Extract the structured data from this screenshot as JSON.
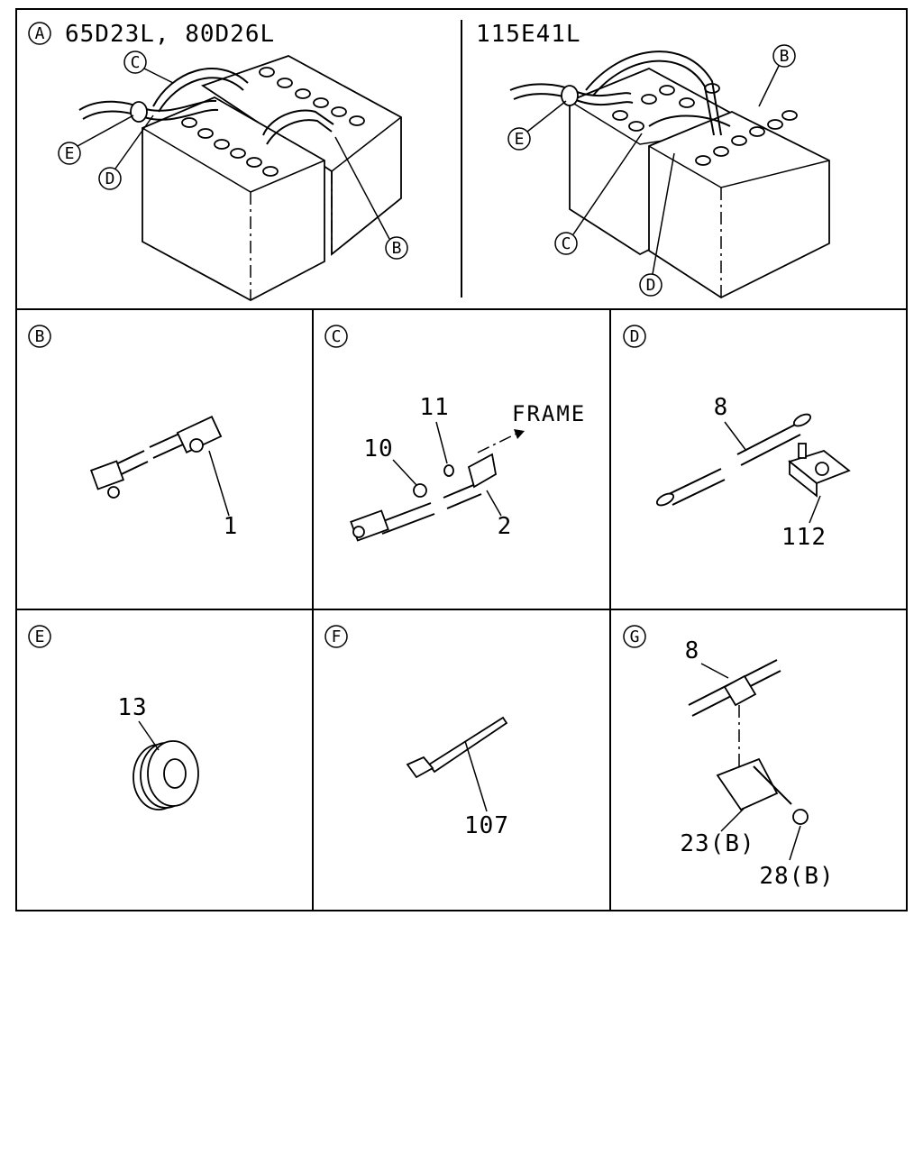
{
  "panel_a": {
    "letter": "A",
    "left_title": "65D23L, 80D26L",
    "right_title": "115E41L",
    "left_callouts": {
      "c": "C",
      "e": "E",
      "d": "D",
      "b": "B"
    },
    "right_callouts": {
      "b": "B",
      "e": "E",
      "c": "C",
      "d": "D"
    }
  },
  "panel_b": {
    "letter": "B",
    "part": "1"
  },
  "panel_c": {
    "letter": "C",
    "frame_label": "FRAME",
    "part_11": "11",
    "part_10": "10",
    "part_2": "2"
  },
  "panel_d": {
    "letter": "D",
    "part_8": "8",
    "part_112": "112"
  },
  "panel_e": {
    "letter": "E",
    "part": "13"
  },
  "panel_f": {
    "letter": "F",
    "part": "107"
  },
  "panel_g": {
    "letter": "G",
    "part_8": "8",
    "part_23": "23(B)",
    "part_28": "28(B)"
  }
}
